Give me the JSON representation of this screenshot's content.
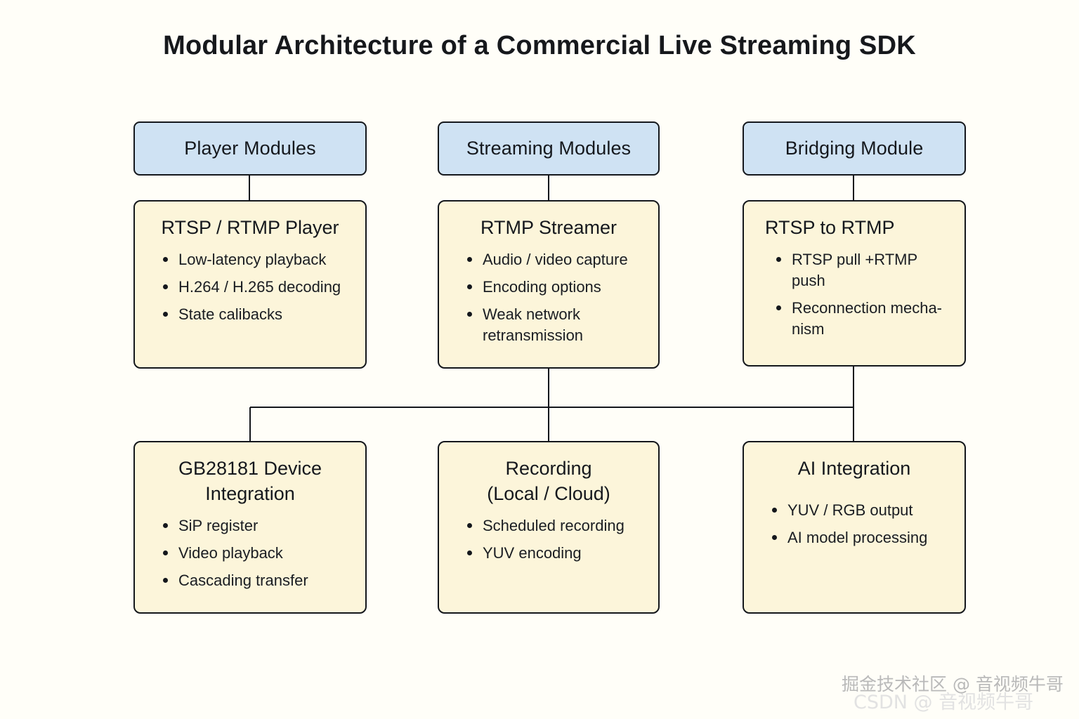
{
  "title": "Modular Architecture of a Commercial Live Streaming SDK",
  "colors": {
    "background": "#fffef8",
    "header_fill": "#cfe2f3",
    "card_fill": "#fcf5da",
    "stroke": "#14171c",
    "text": "#15181d"
  },
  "columns": [
    {
      "header": "Player Modules",
      "card": {
        "title": "RTSP / RTMP Player",
        "bullets": [
          "Low-latency playback",
          "H.264 / H.265 decoding",
          "State calibacks"
        ]
      },
      "bottom_card": {
        "title": "GB28181 Device Integration",
        "bullets": [
          "SiP register",
          "Video playback",
          "Cascading transfer"
        ]
      }
    },
    {
      "header": "Streaming Modules",
      "card": {
        "title": "RTMP Streamer",
        "bullets": [
          "Audio / video capture",
          "Encoding options",
          "Weak network retransmission"
        ]
      },
      "bottom_card": {
        "title": "Recording\n(Local / Cloud)",
        "bullets": [
          "Scheduled recording",
          "YUV encoding"
        ]
      }
    },
    {
      "header": "Bridging Module",
      "card": {
        "title": "RTSP to RTMP",
        "bullets": [
          "RTSP pull +RTMP push",
          "Reconnection mecha-nism"
        ]
      },
      "bottom_card": {
        "title": "AI Integration",
        "bullets": [
          "YUV / RGB output",
          "AI model processing"
        ]
      }
    }
  ],
  "watermarks": {
    "primary": "掘金技术社区 @ 音视频牛哥",
    "secondary": "CSDN @ 音视频牛哥"
  }
}
